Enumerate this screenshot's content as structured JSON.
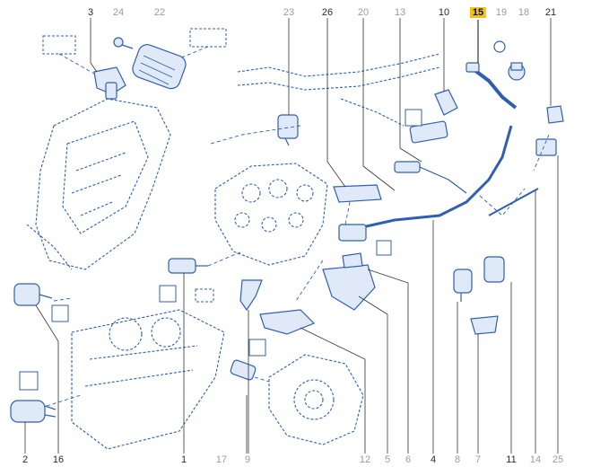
{
  "callouts_top": [
    {
      "id": "c3",
      "label": "3",
      "style": "dark"
    },
    {
      "id": "c24",
      "label": "24",
      "style": "grey"
    },
    {
      "id": "c22",
      "label": "22",
      "style": "grey"
    },
    {
      "id": "c23",
      "label": "23",
      "style": "grey"
    },
    {
      "id": "c26",
      "label": "26",
      "style": "dark"
    },
    {
      "id": "c20",
      "label": "20",
      "style": "grey"
    },
    {
      "id": "c13",
      "label": "13",
      "style": "grey"
    },
    {
      "id": "c10",
      "label": "10",
      "style": "dark"
    },
    {
      "id": "c15",
      "label": "15",
      "style": "highlight"
    },
    {
      "id": "c19",
      "label": "19",
      "style": "grey"
    },
    {
      "id": "c18",
      "label": "18",
      "style": "grey"
    },
    {
      "id": "c21",
      "label": "21",
      "style": "dark"
    }
  ],
  "callouts_bottom": [
    {
      "id": "c2",
      "label": "2",
      "style": "dark"
    },
    {
      "id": "c16",
      "label": "16",
      "style": "dark"
    },
    {
      "id": "c1",
      "label": "1",
      "style": "dark"
    },
    {
      "id": "c17",
      "label": "17",
      "style": "grey"
    },
    {
      "id": "c9",
      "label": "9",
      "style": "grey"
    },
    {
      "id": "c12",
      "label": "12",
      "style": "grey"
    },
    {
      "id": "c5",
      "label": "5",
      "style": "grey"
    },
    {
      "id": "c6",
      "label": "6",
      "style": "grey"
    },
    {
      "id": "c4",
      "label": "4",
      "style": "dark"
    },
    {
      "id": "c8",
      "label": "8",
      "style": "grey"
    },
    {
      "id": "c7",
      "label": "7",
      "style": "grey"
    },
    {
      "id": "c11",
      "label": "11",
      "style": "dark"
    },
    {
      "id": "c14",
      "label": "14",
      "style": "grey"
    },
    {
      "id": "c25",
      "label": "25",
      "style": "grey"
    }
  ],
  "colors": {
    "line_art": "#2f5fb3",
    "leader": "#333333",
    "highlight": "#f2c21b",
    "label_dark": "#2a2a2a",
    "label_grey": "#9a9a9a"
  },
  "icons": [
    "connector-icon",
    "sensor-icon",
    "temperature-symbol-icon",
    "engine-block-icon"
  ]
}
